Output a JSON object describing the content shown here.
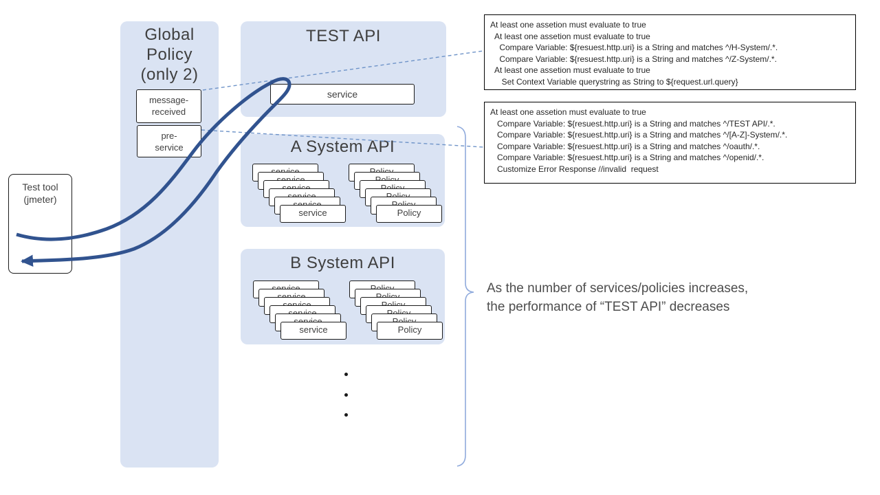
{
  "colors": {
    "panel_fill": "#dae3f3",
    "flow_arrow": "#31538f",
    "dashed_connector": "#6e93c8",
    "brace": "#8faadc"
  },
  "global_panel": {
    "title_lines": [
      "Global",
      "Policy",
      "(only 2)"
    ],
    "message_received_box": {
      "lines": [
        "message-",
        "received"
      ]
    },
    "pre_service_box": {
      "lines": [
        "pre-",
        "service"
      ]
    }
  },
  "test_tool": {
    "lines": [
      "Test tool",
      "(jmeter)"
    ]
  },
  "test_api": {
    "title": "TEST API",
    "service_label": "service"
  },
  "a_system": {
    "title": "A System API",
    "services": [
      "service",
      "service",
      "service",
      "service",
      "service",
      "service"
    ],
    "policies": [
      "Policy",
      "Policy",
      "Policy",
      "Policy",
      "Policy",
      "Policy"
    ]
  },
  "b_system": {
    "title": "B System API",
    "services": [
      "service",
      "service",
      "service",
      "service",
      "service",
      "service"
    ],
    "policies": [
      "Policy",
      "Policy",
      "Policy",
      "Policy",
      "Policy",
      "Policy"
    ]
  },
  "assertion_box_1": {
    "lines": [
      "At least one assetion must evaluate to true",
      "  At least one assetion must evaluate to true",
      "    Compare Variable: ${resuest.http.uri} is a String and matches ^/H-System/.*.",
      "    Compare Variable: ${resuest.http.uri} is a String and matches ^/Z-System/.*.",
      "  At least one assetion must evaluate to true",
      "     Set Context Variable querystring as String to ${request.url.query}"
    ]
  },
  "assertion_box_2": {
    "lines": [
      "At least one assetion must evaluate to true",
      "   Compare Variable: ${resuest.http.uri} is a String and matches ^/TEST API/.*.",
      "   Compare Variable: ${resuest.http.uri} is a String and matches ^/[A-Z]-System/.*.",
      "   Compare Variable: ${resuest.http.uri} is a String and matches ^/oauth/.*.",
      "   Compare Variable: ${resuest.http.uri} is a String and matches ^/openid/.*.",
      "   Customize Error Response //invalid  request"
    ]
  },
  "annotation": {
    "line1": "As the number of services/policies increases,",
    "line2": "the performance of “TEST API” decreases"
  }
}
